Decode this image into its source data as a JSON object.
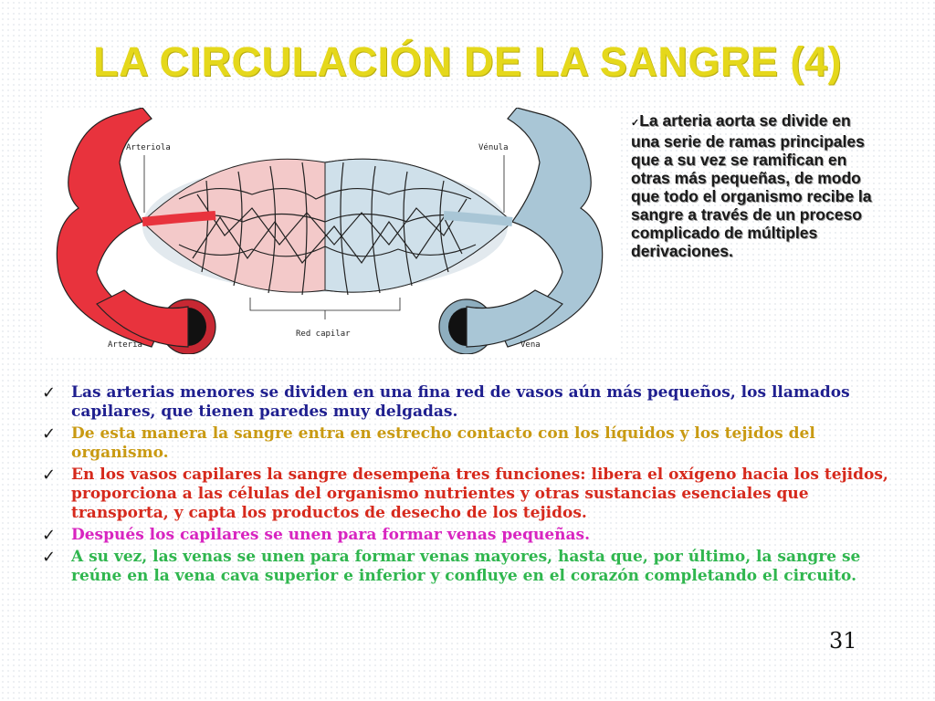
{
  "slide": {
    "title": "LA CIRCULACIÓN DE LA SANGRE (4)",
    "page_number": "31"
  },
  "diagram": {
    "labels": {
      "arteriola": "Arteriola",
      "venula": "Vénula",
      "red_capilar": "Red capilar",
      "arteria": "Arteria",
      "vena": "Vena"
    },
    "colors": {
      "artery": "#e8333d",
      "vein": "#a9c6d6",
      "outline": "#222222"
    }
  },
  "side_paragraph": {
    "check": "✓",
    "text": "La arteria aorta se divide en una serie de ramas principales que a su vez se ramifican en otras más pequeñas, de modo que todo el organismo recibe la sangre a través de un proceso complicado de múltiples derivaciones."
  },
  "bullets": [
    {
      "check": "✓",
      "text": "Las arterias menores se dividen en una fina red de vasos aún más pequeños, los llamados capilares, que tienen paredes muy delgadas.",
      "color": "#1f1f8f"
    },
    {
      "check": "✓",
      "text": "De esta manera la sangre entra en estrecho contacto con los líquidos y los tejidos del organismo.",
      "color": "#c99a12"
    },
    {
      "check": "✓",
      "text": "En los vasos capilares la sangre desempeña tres funciones: libera el oxígeno hacia los tejidos, proporciona a las células del organismo nutrientes y otras sustancias esenciales que transporta, y capta los productos de desecho de los tejidos.",
      "color": "#d6291c"
    },
    {
      "check": "✓",
      "text": "Después los capilares se unen para formar venas pequeñas.",
      "color": "#d824c0"
    },
    {
      "check": "✓",
      "text": "A su vez, las venas se unen para formar venas mayores, hasta que, por último, la sangre se reúne en la vena cava superior e inferior y confluye en el corazón completando el circuito.",
      "color": "#2fb64e"
    }
  ]
}
